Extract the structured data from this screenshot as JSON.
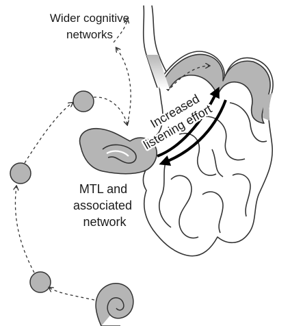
{
  "labels": {
    "wider_line1": "Wider cognitive",
    "wider_line2": "networks",
    "effort_line1": "Increased",
    "effort_line2": "listening effort",
    "mtl_line1": "MTL and",
    "mtl_line2": "associated",
    "mtl_line3": "network"
  },
  "colors": {
    "region_fill": "#b5b5b5",
    "outline": "#333333",
    "arrow": "#000000",
    "dashed_path": "#333333"
  },
  "icons": {
    "cochlea": "cochlea-spiral-icon",
    "relay_nodes": "relay-node-circle",
    "connection": "bidirectional-arrow"
  }
}
